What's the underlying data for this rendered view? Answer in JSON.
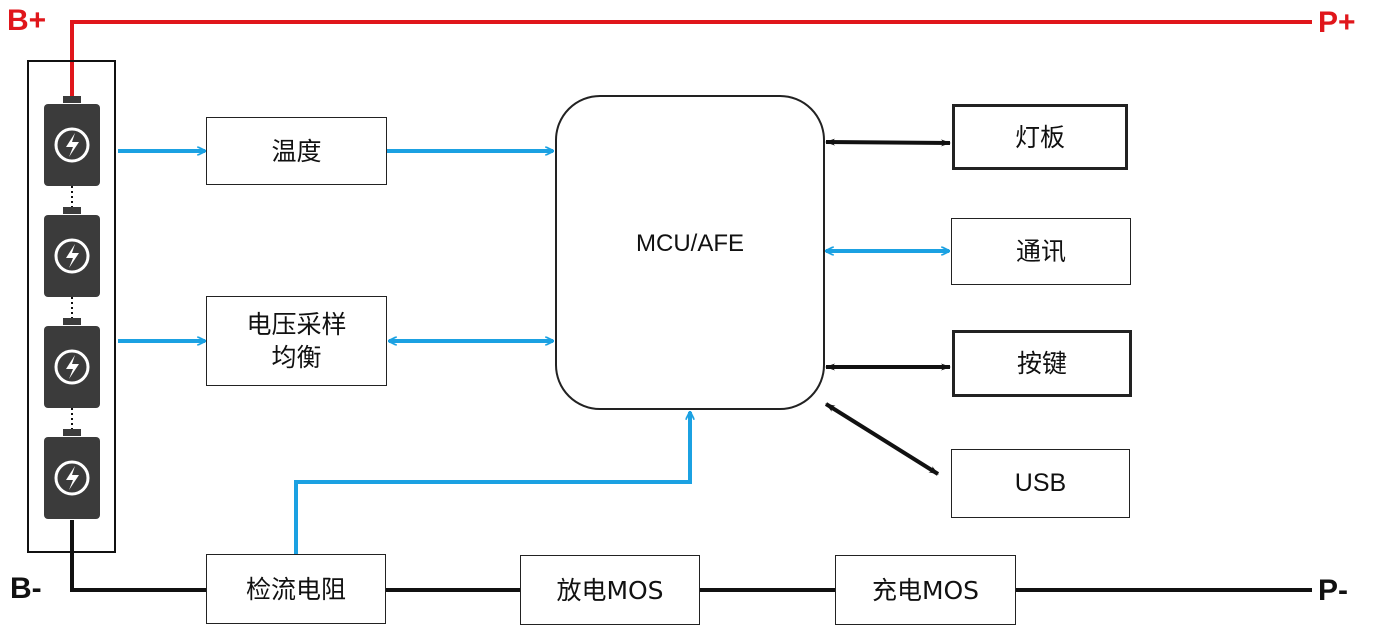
{
  "terminals": {
    "b_plus": "B+",
    "p_plus": "P+",
    "b_minus": "B-",
    "p_minus": "P-"
  },
  "blocks": {
    "temperature": "温度",
    "voltage_sampling": "电压采样\n均衡",
    "mcu": "MCU/AFE",
    "light_board": "灯板",
    "communication": "通讯",
    "button": "按键",
    "usb": "USB",
    "current_sense": "检流电阻",
    "discharge_mos": "放电MOS",
    "charge_mos": "充电MOS"
  },
  "battery_cell_icons": [
    "battery-cell-icon",
    "battery-cell-icon",
    "battery-cell-icon",
    "battery-cell-icon"
  ],
  "colors": {
    "positive_line": "#e0161b",
    "negative_line": "#111111",
    "signal_arrow": "#1ba1e2",
    "control_arrow": "#111111",
    "cell_fill": "#3b3b3b"
  }
}
